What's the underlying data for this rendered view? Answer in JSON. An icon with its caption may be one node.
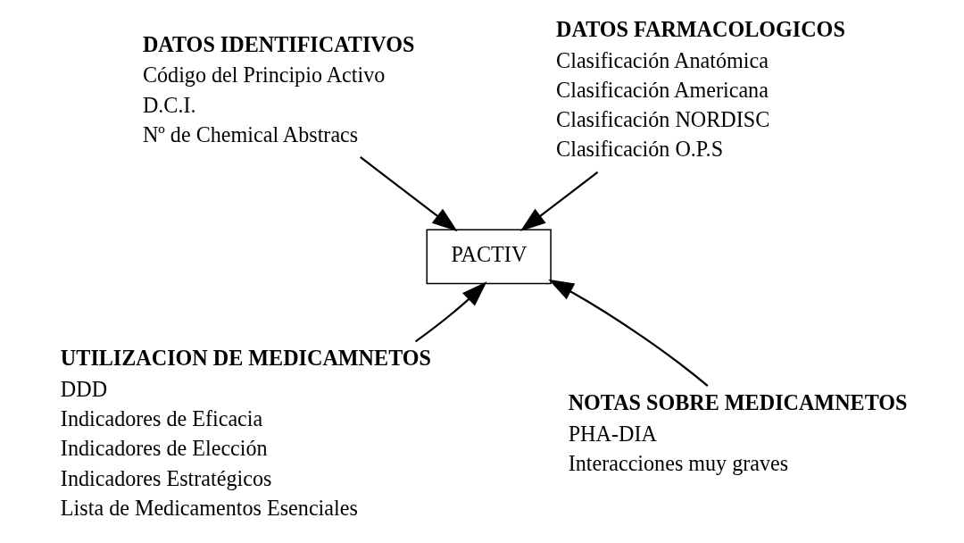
{
  "diagram": {
    "nodes": [
      {
        "text": [
          "DATOS IDENTIFICATIVOS",
          "Código del Principio Activo",
          "D.C.I.",
          "Nº de Chemical Abstracs"
        ]
      },
      {
        "text": [
          "DATOS FARMACOLOGICOS",
          "Clasificación Anatómica",
          "Clasificación Americana",
          "Clasificación NORDISC",
          "Clasificación O.P.S"
        ]
      },
      {
        "text": [
          "PACTIV"
        ]
      },
      {
        "text": [
          "UTILIZACION DE MEDICAMNETOS",
          "DDD",
          "Indicadores de Eficacia",
          "Indicadores de Elección",
          "Indicadores Estratégicos",
          "Lista de Medicamentos Esenciales"
        ]
      },
      {
        "text": [
          "NOTAS SOBRE MEDICAMNETOS",
          "PHA-DIA",
          "Interacciones muy graves"
        ]
      }
    ],
    "edges": [
      {
        "from": 0,
        "to": 2,
        "arrow": "to"
      },
      {
        "from": 1,
        "to": 2,
        "arrow": "to"
      },
      {
        "from": 3,
        "to": 2,
        "arrow": "to"
      },
      {
        "from": 4,
        "to": 2,
        "arrow": "to"
      }
    ]
  }
}
